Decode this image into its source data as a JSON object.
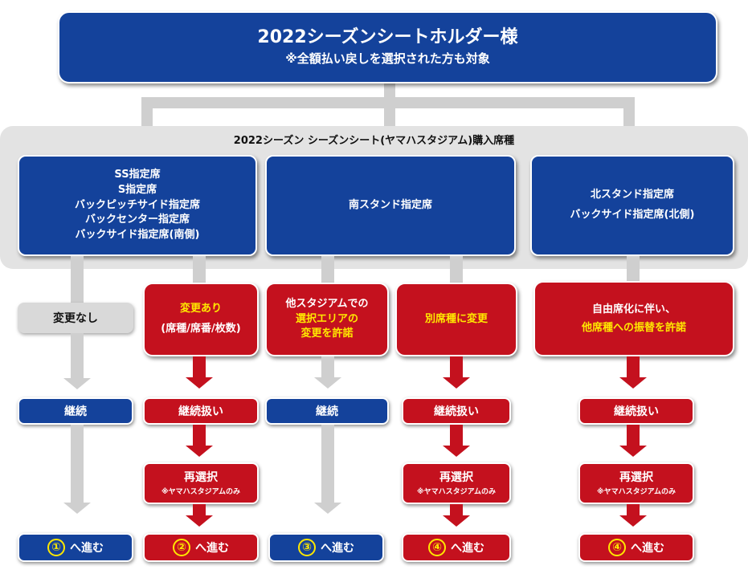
{
  "header": {
    "title": "2022シーズンシートホルダー様",
    "subtitle": "※全額払い戻しを選択された方も対象"
  },
  "panel": {
    "title": "2022シーズン シーズンシート(ヤマハスタジアム)購入席種"
  },
  "seat_types": {
    "left": [
      "SS指定席",
      "S指定席",
      "バックピッチサイド指定席",
      "バックセンター指定席",
      "バックサイド指定席(南側)"
    ],
    "middle": [
      "南スタンド指定席"
    ],
    "right": [
      "北スタンド指定席",
      "バックサイド指定席(北側)"
    ]
  },
  "options": {
    "no_change": "変更なし",
    "change_line1": "変更あり",
    "change_line2": "(席種/席番/枚数)",
    "other_stadium_line1": "他スタジアムでの",
    "other_stadium_line2": "選択エリアの",
    "other_stadium_line3": "変更を許諾",
    "other_seat_change": "別席種に変更",
    "free_seat_line1": "自由席化に伴い、",
    "free_seat_line2": "他席種への振替を許諾"
  },
  "steps": {
    "continue": "継続",
    "continue_handling": "継続扱い",
    "reselect": "再選択",
    "reselect_note": "※ヤマハスタジアムのみ",
    "proceed": "へ進む"
  },
  "goto_numbers": [
    "①",
    "②",
    "③",
    "④",
    "④"
  ],
  "colors": {
    "blue": "#14429b",
    "red": "#c4111e",
    "gray": "#d9d9d9",
    "yellow": "#ffe800",
    "panel": "#e3e3e3"
  }
}
